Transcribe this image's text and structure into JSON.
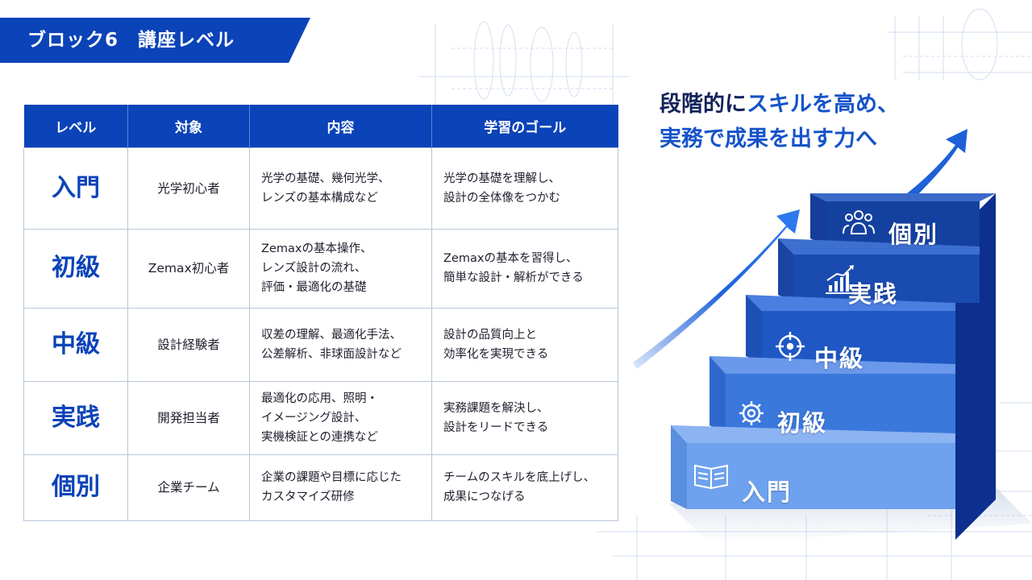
{
  "header": {
    "title": "ブロック6　講座レベル"
  },
  "table": {
    "columns": [
      "レベル",
      "対象",
      "内容",
      "学習のゴール"
    ],
    "rows": [
      {
        "level": "入門",
        "target": "光学初心者",
        "content": "光学の基礎、幾何光学、\nレンズの基本構成など",
        "goal": "光学の基礎を理解し、\n設計の全体像をつかむ"
      },
      {
        "level": "初級",
        "target": "Zemax初心者",
        "content": "Zemaxの基本操作、\nレンズ設計の流れ、\n評価・最適化の基礎",
        "goal": "Zemaxの基本を習得し、\n簡単な設計・解析ができる"
      },
      {
        "level": "中級",
        "target": "設計経験者",
        "content": "収差の理解、最適化手法、\n公差解析、非球面設計など",
        "goal": "設計の品質向上と\n効率化を実現できる"
      },
      {
        "level": "実践",
        "target": "開発担当者",
        "content": "最適化の応用、照明・\nイメージング設計、\n実機検証との連携など",
        "goal": "実務課題を解決し、\n設計をリードできる"
      },
      {
        "level": "個別",
        "target": "企業チーム",
        "content": "企業の課題や目標に応じた\nカスタマイズ研修",
        "goal": "チームのスキルを底上げし、\n成果につなげる"
      }
    ]
  },
  "tagline": {
    "line1_pre": "段階的に",
    "line1_hl": "スキルを高め、",
    "line2": "実務で成果を出す力へ"
  },
  "stairs": {
    "steps": [
      {
        "label": "入門",
        "icon": "book-icon"
      },
      {
        "label": "初級",
        "icon": "gear-icon"
      },
      {
        "label": "中級",
        "icon": "target-icon"
      },
      {
        "label": "実践",
        "icon": "chart-icon"
      },
      {
        "label": "個別",
        "icon": "team-icon"
      }
    ]
  },
  "colors": {
    "primary": "#0b43b8",
    "accent": "#1553c9",
    "text": "#14235a",
    "border": "#b9c5dc"
  }
}
